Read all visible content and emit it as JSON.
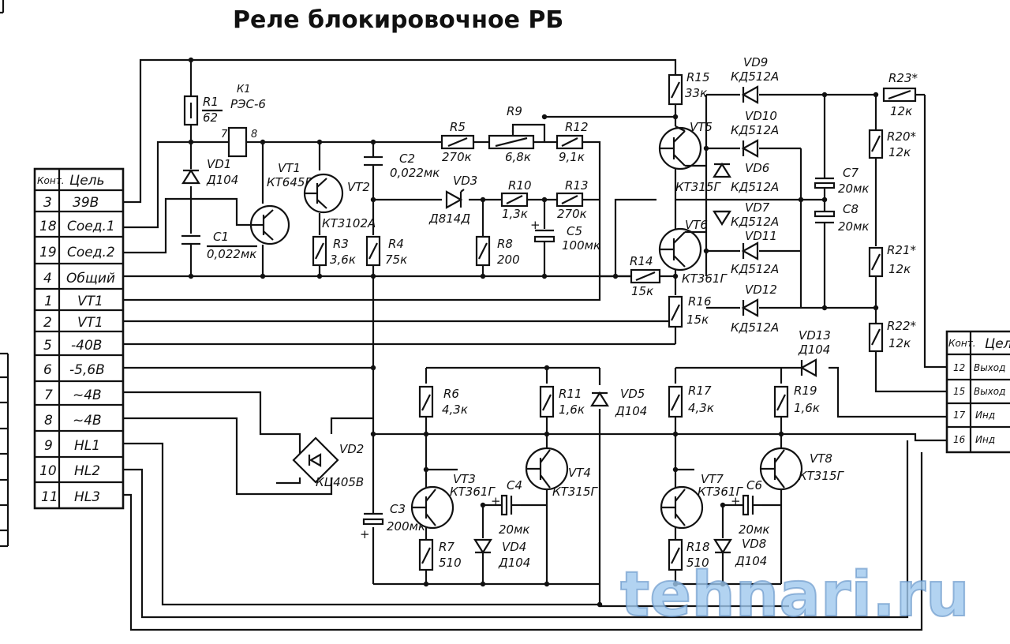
{
  "title": "Реле блокировочное РБ",
  "watermark": "tehnari.ru",
  "left_table": {
    "headers": [
      "Конт.",
      "Цель"
    ],
    "rows": [
      {
        "pin": "3",
        "net": "39В"
      },
      {
        "pin": "18",
        "net": "Соед.1"
      },
      {
        "pin": "19",
        "net": "Соед.2"
      },
      {
        "pin": "4",
        "net": "Общий"
      },
      {
        "pin": "1",
        "net": "VT1"
      },
      {
        "pin": "2",
        "net": "VT1"
      },
      {
        "pin": "5",
        "net": "-40В"
      },
      {
        "pin": "6",
        "net": "-5,6В"
      },
      {
        "pin": "7",
        "net": "~4В"
      },
      {
        "pin": "8",
        "net": "~4В"
      },
      {
        "pin": "9",
        "net": "HL1"
      },
      {
        "pin": "10",
        "net": "HL2"
      },
      {
        "pin": "11",
        "net": "HL3"
      }
    ]
  },
  "right_table": {
    "headers": [
      "Конт.",
      "Цел"
    ],
    "rows": [
      {
        "pin": "12",
        "net": "Выход"
      },
      {
        "pin": "15",
        "net": "Выход"
      },
      {
        "pin": "17",
        "net": "Инд"
      },
      {
        "pin": "16",
        "net": "Инд"
      }
    ]
  },
  "components": {
    "R1": {
      "ref": "R1",
      "val": "62"
    },
    "K1": {
      "ref": "К1",
      "val": "РЭС-6"
    },
    "K1pin7": "7",
    "K1pin8": "8",
    "VD1": {
      "ref": "VD1",
      "val": "Д104"
    },
    "C1": {
      "ref": "C1",
      "val": "0,022мк"
    },
    "VT1": {
      "ref": "VT1",
      "val": "КТ645Б"
    },
    "VT2": {
      "ref": "VT2",
      "val": "КТ3102А"
    },
    "R3": {
      "ref": "R3",
      "val": "3,6к"
    },
    "R4": {
      "ref": "R4",
      "val": "75к"
    },
    "C2": {
      "ref": "C2",
      "val": "0,022мк"
    },
    "R5": {
      "ref": "R5",
      "val": "270к"
    },
    "VD3": {
      "ref": "VD3",
      "val": "Д814Д"
    },
    "R9": {
      "ref": "R9",
      "val": "6,8к"
    },
    "R10": {
      "ref": "R10",
      "val": "1,3к"
    },
    "R8": {
      "ref": "R8",
      "val": "200"
    },
    "C5": {
      "ref": "C5",
      "val": "100мк"
    },
    "R12": {
      "ref": "R12",
      "val": "9,1к"
    },
    "R13": {
      "ref": "R13",
      "val": "270к"
    },
    "R14": {
      "ref": "R14",
      "val": "15к"
    },
    "R15": {
      "ref": "R15",
      "val": "33к"
    },
    "R16": {
      "ref": "R16",
      "val": "15к"
    },
    "VT5": {
      "ref": "VT5",
      "val": "КТ315Г"
    },
    "VT6": {
      "ref": "VT6",
      "val": "КТ361Г"
    },
    "VD9": {
      "ref": "VD9",
      "val": "КД512А"
    },
    "VD10": {
      "ref": "VD10",
      "val": "КД512А"
    },
    "VD6": {
      "ref": "VD6",
      "val": "КД512А"
    },
    "VD7": {
      "ref": "VD7",
      "val": "КД512А"
    },
    "VD11": {
      "ref": "VD11",
      "val": "КД512А"
    },
    "VD12": {
      "ref": "VD12",
      "val": "КД512А"
    },
    "C7": {
      "ref": "C7",
      "val": "20мк"
    },
    "C8": {
      "ref": "C8",
      "val": "20мк"
    },
    "R20": {
      "ref": "R20*",
      "val": "12к"
    },
    "R21": {
      "ref": "R21*",
      "val": "12к"
    },
    "R22": {
      "ref": "R22*",
      "val": "12к"
    },
    "R23": {
      "ref": "R23*",
      "val": "12к"
    },
    "VD13": {
      "ref": "VD13",
      "val": "Д104"
    },
    "VD2": {
      "ref": "VD2",
      "val": "КЦ405В"
    },
    "C3": {
      "ref": "C3",
      "val": "200мк"
    },
    "R6": {
      "ref": "R6",
      "val": "4,3к"
    },
    "R7": {
      "ref": "R7",
      "val": "510"
    },
    "R11": {
      "ref": "R11",
      "val": "1,6к"
    },
    "VD5": {
      "ref": "VD5",
      "val": "Д104"
    },
    "VT3": {
      "ref": "VT3",
      "val": "КТ361Г"
    },
    "VT4": {
      "ref": "VT4",
      "val": "КТ315Г"
    },
    "C4": {
      "ref": "C4",
      "val": "20мк"
    },
    "VD4": {
      "ref": "VD4",
      "val": "Д104"
    },
    "R17": {
      "ref": "R17",
      "val": "4,3к"
    },
    "R18": {
      "ref": "R18",
      "val": "510"
    },
    "R19": {
      "ref": "R19",
      "val": "1,6к"
    },
    "VT7": {
      "ref": "VT7",
      "val": "КТ361Г"
    },
    "VT8": {
      "ref": "VT8",
      "val": "КТ315Г"
    },
    "C6": {
      "ref": "C6",
      "val": "20мк"
    },
    "VD8": {
      "ref": "VD8",
      "val": "Д104"
    }
  }
}
